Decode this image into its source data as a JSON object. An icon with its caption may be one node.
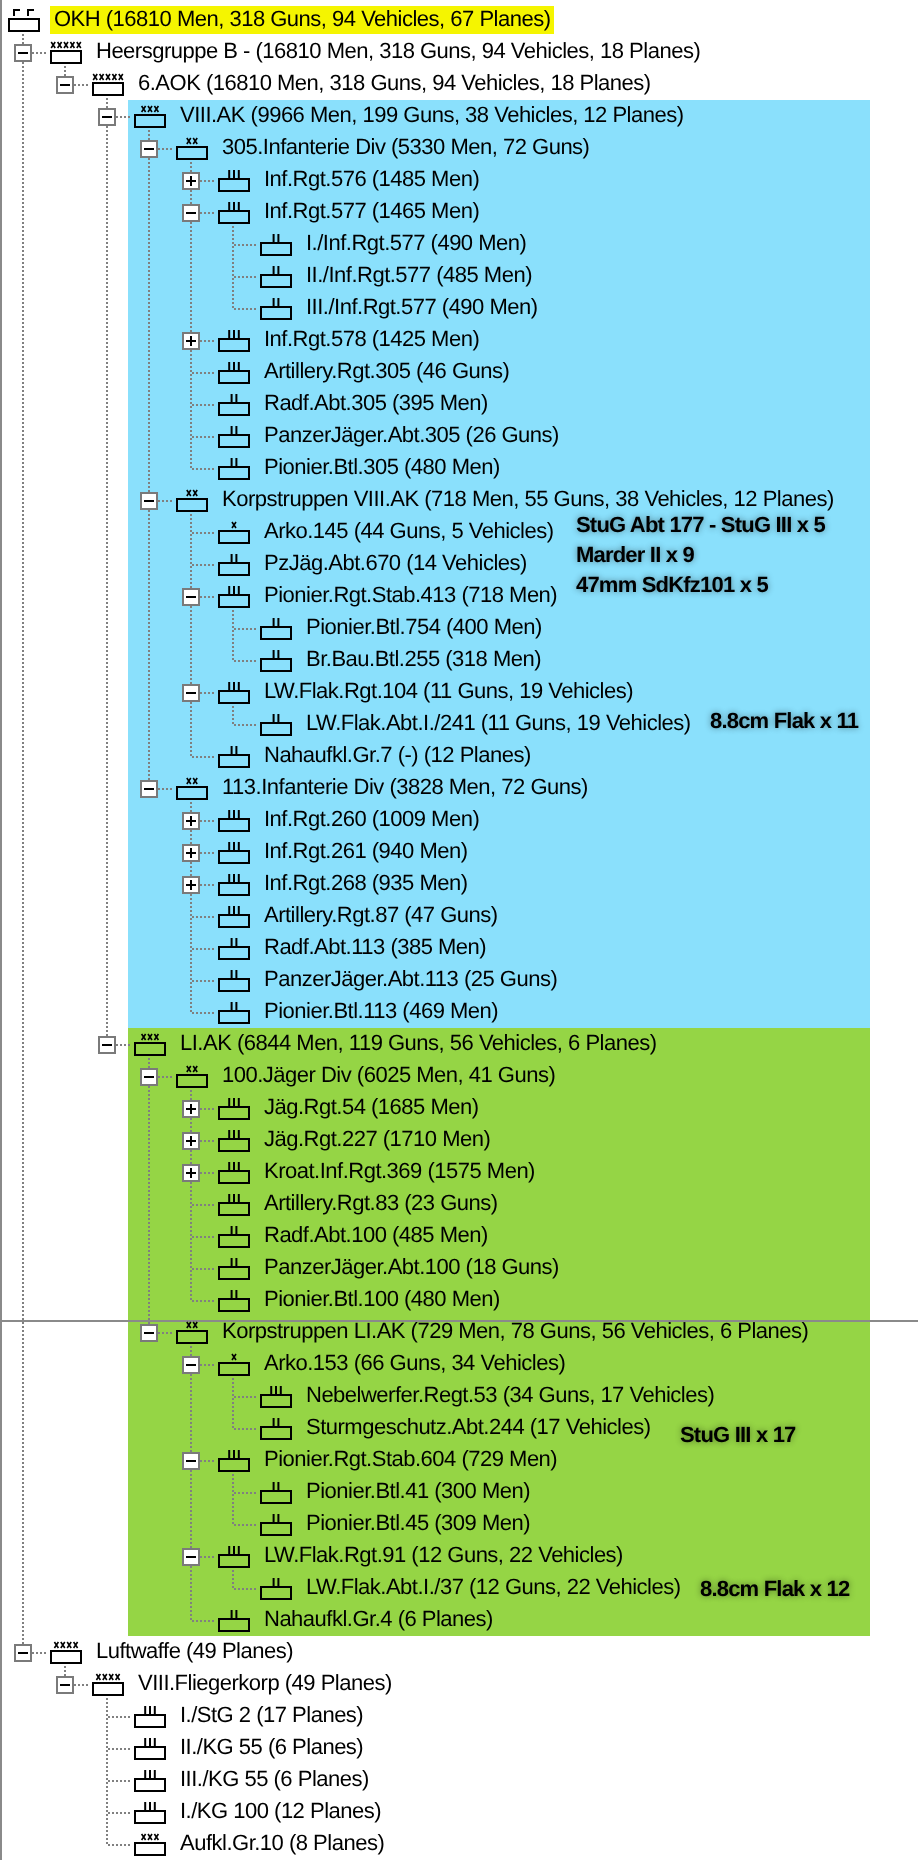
{
  "diagram": {
    "nodes": [
      {
        "text": [
          "OKH (16810 Men, 318 Guns, 94 Vehicles, 67 Planes)"
        ]
      },
      {
        "text": [
          "Heersgruppe B - (16810 Men, 318 Guns, 94 Vehicles, 18 Planes)"
        ]
      },
      {
        "text": [
          "6.AOK (16810 Men, 318 Guns, 94 Vehicles, 18 Planes)"
        ]
      },
      {
        "text": [
          "VIII.AK (9966 Men, 199 Guns, 38 Vehicles, 12 Planes)"
        ]
      },
      {
        "text": [
          "305.Infanterie Div (5330 Men, 72 Guns)"
        ]
      },
      {
        "text": [
          "Inf.Rgt.576 (1485 Men)"
        ]
      },
      {
        "text": [
          "Inf.Rgt.577 (1465 Men)"
        ]
      },
      {
        "text": [
          "I./Inf.Rgt.577 (490 Men)"
        ]
      },
      {
        "text": [
          "II./Inf.Rgt.577 (485 Men)"
        ]
      },
      {
        "text": [
          "III./Inf.Rgt.577 (490 Men)"
        ]
      },
      {
        "text": [
          "Inf.Rgt.578 (1425 Men)"
        ]
      },
      {
        "text": [
          "Artillery.Rgt.305 (46 Guns)"
        ]
      },
      {
        "text": [
          "Radf.Abt.305 (395 Men)"
        ]
      },
      {
        "text": [
          "PanzerJäger.Abt.305 (26 Guns)"
        ]
      },
      {
        "text": [
          "Pionier.Btl.305 (480 Men)"
        ]
      },
      {
        "text": [
          "Korpstruppen VIII.AK (718 Men, 55 Guns, 38 Vehicles, 12 Planes)"
        ]
      },
      {
        "text": [
          "Arko.145 (44 Guns, 5 Vehicles)"
        ]
      },
      {
        "text": [
          "PzJäg.Abt.670 (14 Vehicles)"
        ]
      },
      {
        "text": [
          "Pionier.Rgt.Stab.413 (718 Men)"
        ]
      },
      {
        "text": [
          "Pionier.Btl.754 (400 Men)"
        ]
      },
      {
        "text": [
          "Br.Bau.Btl.255 (318 Men)"
        ]
      },
      {
        "text": [
          "LW.Flak.Rgt.104 (11 Guns, 19 Vehicles)"
        ]
      },
      {
        "text": [
          "LW.Flak.Abt.I./241 (11 Guns, 19 Vehicles)"
        ]
      },
      {
        "text": [
          "Nahaufkl.Gr.7 (-) (12 Planes)"
        ]
      },
      {
        "text": [
          "113.Infanterie Div (3828 Men, 72 Guns)"
        ]
      },
      {
        "text": [
          "Inf.Rgt.260 (1009 Men)"
        ]
      },
      {
        "text": [
          "Inf.Rgt.261 (940 Men)"
        ]
      },
      {
        "text": [
          "Inf.Rgt.268 (935 Men)"
        ]
      },
      {
        "text": [
          "Artillery.Rgt.87 (47 Guns)"
        ]
      },
      {
        "text": [
          "Radf.Abt.113 (385 Men)"
        ]
      },
      {
        "text": [
          "PanzerJäger.Abt.113 (25 Guns)"
        ]
      },
      {
        "text": [
          "Pionier.Btl.113 (469 Men)"
        ]
      },
      {
        "text": [
          "LI.AK (6844 Men, 119 Guns, 56 Vehicles, 6 Planes)"
        ]
      },
      {
        "text": [
          "100.Jäger Div (6025 Men, 41 Guns)"
        ]
      },
      {
        "text": [
          "Jäg.Rgt.54 (1685 Men)"
        ]
      },
      {
        "text": [
          "Jäg.Rgt.227 (1710 Men)"
        ]
      },
      {
        "text": [
          "Kroat.Inf.Rgt.369 (1575 Men)"
        ]
      },
      {
        "text": [
          "Artillery.Rgt.83 (23 Guns)"
        ]
      },
      {
        "text": [
          "Radf.Abt.100 (485 Men)"
        ]
      },
      {
        "text": [
          "PanzerJäger.Abt.100 (18 Guns)"
        ]
      },
      {
        "text": [
          "Pionier.Btl.100 (480 Men)"
        ]
      },
      {
        "text": [
          "Korpstruppen LI.AK (729 Men, 78 Guns, 56 Vehicles, 6 Planes)"
        ]
      },
      {
        "text": [
          "Arko.153 (66 Guns, 34 Vehicles)"
        ]
      },
      {
        "text": [
          "Nebelwerfer.Regt.53 (34 Guns, 17 Vehicles)"
        ]
      },
      {
        "text": [
          "Sturmgeschutz.Abt.244 (17 Vehicles)"
        ]
      },
      {
        "text": [
          "Pionier.Rgt.Stab.604 (729 Men)"
        ]
      },
      {
        "text": [
          "Pionier.Btl.41 (300 Men)"
        ]
      },
      {
        "text": [
          "Pionier.Btl.45 (309 Men)"
        ]
      },
      {
        "text": [
          "LW.Flak.Rgt.91 (12 Guns, 22 Vehicles)"
        ]
      },
      {
        "text": [
          "LW.Flak.Abt.I./37 (12 Guns, 22 Vehicles)"
        ]
      },
      {
        "text": [
          "Nahaufkl.Gr.4 (6 Planes)"
        ]
      },
      {
        "text": [
          "Luftwaffe (49 Planes)"
        ]
      },
      {
        "text": [
          "VIII.Fliegerkorp (49 Planes)"
        ]
      },
      {
        "text": [
          "I./StG 2 (17 Planes)"
        ]
      },
      {
        "text": [
          "II./KG 55 (6 Planes)"
        ]
      },
      {
        "text": [
          "III./KG 55 (6 Planes)"
        ]
      },
      {
        "text": [
          "I./KG 100 (12 Planes)"
        ]
      },
      {
        "text": [
          "Aufkl.Gr.10 (8 Planes)"
        ]
      }
    ],
    "edges": [
      {
        "from": 0,
        "to": 1,
        "arrow": "none"
      },
      {
        "from": 1,
        "to": 2,
        "arrow": "none"
      },
      {
        "from": 2,
        "to": 3,
        "arrow": "none"
      },
      {
        "from": 3,
        "to": 4,
        "arrow": "none"
      },
      {
        "from": 4,
        "to": 5,
        "arrow": "none"
      },
      {
        "from": 4,
        "to": 6,
        "arrow": "none"
      },
      {
        "from": 6,
        "to": 7,
        "arrow": "none"
      },
      {
        "from": 6,
        "to": 8,
        "arrow": "none"
      },
      {
        "from": 6,
        "to": 9,
        "arrow": "none"
      },
      {
        "from": 4,
        "to": 10,
        "arrow": "none"
      },
      {
        "from": 4,
        "to": 11,
        "arrow": "none"
      },
      {
        "from": 4,
        "to": 12,
        "arrow": "none"
      },
      {
        "from": 4,
        "to": 13,
        "arrow": "none"
      },
      {
        "from": 4,
        "to": 14,
        "arrow": "none"
      },
      {
        "from": 3,
        "to": 15,
        "arrow": "none"
      },
      {
        "from": 15,
        "to": 16,
        "arrow": "none"
      },
      {
        "from": 15,
        "to": 17,
        "arrow": "none"
      },
      {
        "from": 15,
        "to": 18,
        "arrow": "none"
      },
      {
        "from": 18,
        "to": 19,
        "arrow": "none"
      },
      {
        "from": 18,
        "to": 20,
        "arrow": "none"
      },
      {
        "from": 15,
        "to": 21,
        "arrow": "none"
      },
      {
        "from": 21,
        "to": 22,
        "arrow": "none"
      },
      {
        "from": 15,
        "to": 23,
        "arrow": "none"
      },
      {
        "from": 3,
        "to": 24,
        "arrow": "none"
      },
      {
        "from": 24,
        "to": 25,
        "arrow": "none"
      },
      {
        "from": 24,
        "to": 26,
        "arrow": "none"
      },
      {
        "from": 24,
        "to": 27,
        "arrow": "none"
      },
      {
        "from": 24,
        "to": 28,
        "arrow": "none"
      },
      {
        "from": 24,
        "to": 29,
        "arrow": "none"
      },
      {
        "from": 24,
        "to": 30,
        "arrow": "none"
      },
      {
        "from": 24,
        "to": 31,
        "arrow": "none"
      },
      {
        "from": 2,
        "to": 32,
        "arrow": "none"
      },
      {
        "from": 32,
        "to": 33,
        "arrow": "none"
      },
      {
        "from": 33,
        "to": 34,
        "arrow": "none"
      },
      {
        "from": 33,
        "to": 35,
        "arrow": "none"
      },
      {
        "from": 33,
        "to": 36,
        "arrow": "none"
      },
      {
        "from": 33,
        "to": 37,
        "arrow": "none"
      },
      {
        "from": 33,
        "to": 38,
        "arrow": "none"
      },
      {
        "from": 33,
        "to": 39,
        "arrow": "none"
      },
      {
        "from": 33,
        "to": 40,
        "arrow": "none"
      },
      {
        "from": 32,
        "to": 41,
        "arrow": "none"
      },
      {
        "from": 41,
        "to": 42,
        "arrow": "none"
      },
      {
        "from": 42,
        "to": 43,
        "arrow": "none"
      },
      {
        "from": 42,
        "to": 44,
        "arrow": "none"
      },
      {
        "from": 41,
        "to": 45,
        "arrow": "none"
      },
      {
        "from": 45,
        "to": 46,
        "arrow": "none"
      },
      {
        "from": 45,
        "to": 47,
        "arrow": "none"
      },
      {
        "from": 41,
        "to": 48,
        "arrow": "none"
      },
      {
        "from": 48,
        "to": 49,
        "arrow": "none"
      },
      {
        "from": 41,
        "to": 50,
        "arrow": "none"
      },
      {
        "from": 0,
        "to": 51,
        "arrow": "none"
      },
      {
        "from": 51,
        "to": 52,
        "arrow": "none"
      },
      {
        "from": 52,
        "to": 53,
        "arrow": "none"
      },
      {
        "from": 52,
        "to": 54,
        "arrow": "none"
      },
      {
        "from": 52,
        "to": 55,
        "arrow": "none"
      },
      {
        "from": 52,
        "to": 56,
        "arrow": "none"
      },
      {
        "from": 52,
        "to": 57,
        "arrow": "none"
      }
    ],
    "labels": [
      "StuG Abt 177 - StuG III x 5",
      "Marder II x 9",
      "47mm SdKfz101 x 5",
      "8.8cm Flak x 11",
      "StuG III x 17",
      "8.8cm Flak x 12"
    ]
  }
}
